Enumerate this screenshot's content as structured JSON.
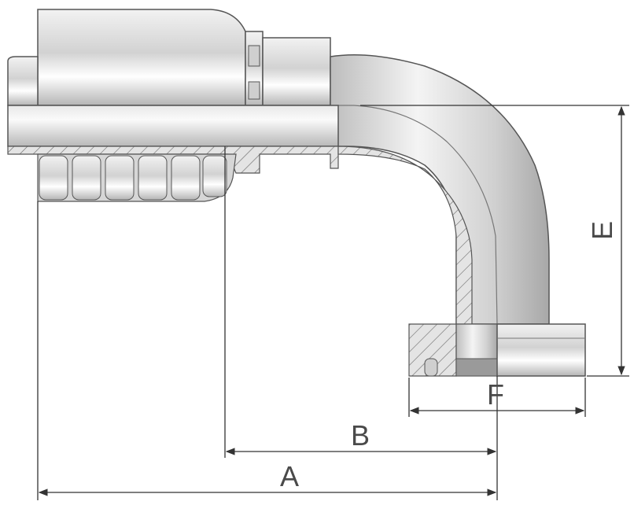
{
  "drawing": {
    "dimensions": {
      "a": "A",
      "b": "B",
      "e": "E",
      "f": "F"
    },
    "colors": {
      "metal_light": "#e6e6e6",
      "metal_mid": "#c4c4c4",
      "metal_dark": "#8c8c8c",
      "outline": "#555555",
      "dim_line": "#333333",
      "label": "#4a4a4a"
    }
  }
}
